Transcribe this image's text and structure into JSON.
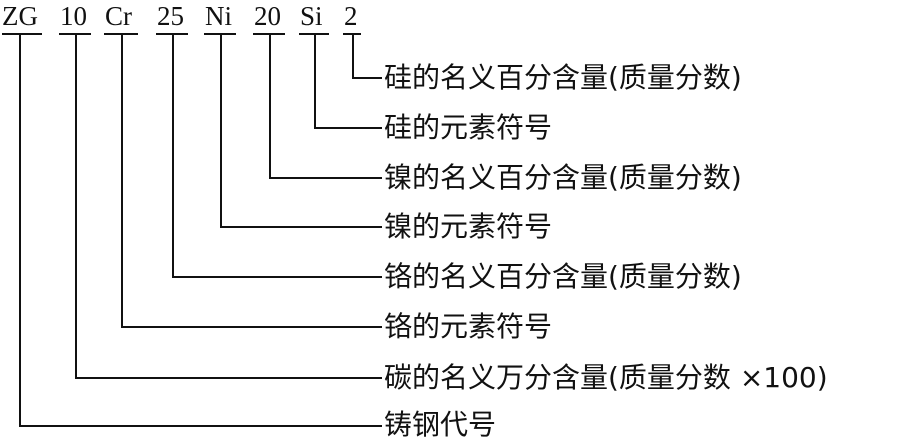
{
  "codes": [
    "ZG",
    "10",
    "Cr",
    "25",
    "Ni",
    "20",
    "Si",
    "2"
  ],
  "labels": [
    "硅的名义百分含量(质量分数)",
    "硅的元素符号",
    "镍的名义百分含量(质量分数)",
    "镍的元素符号",
    "铬的名义百分含量(质量分数)",
    "铬的元素符号",
    "碳的名义万分含量(质量分数 ×100)",
    "铸钢代号"
  ]
}
